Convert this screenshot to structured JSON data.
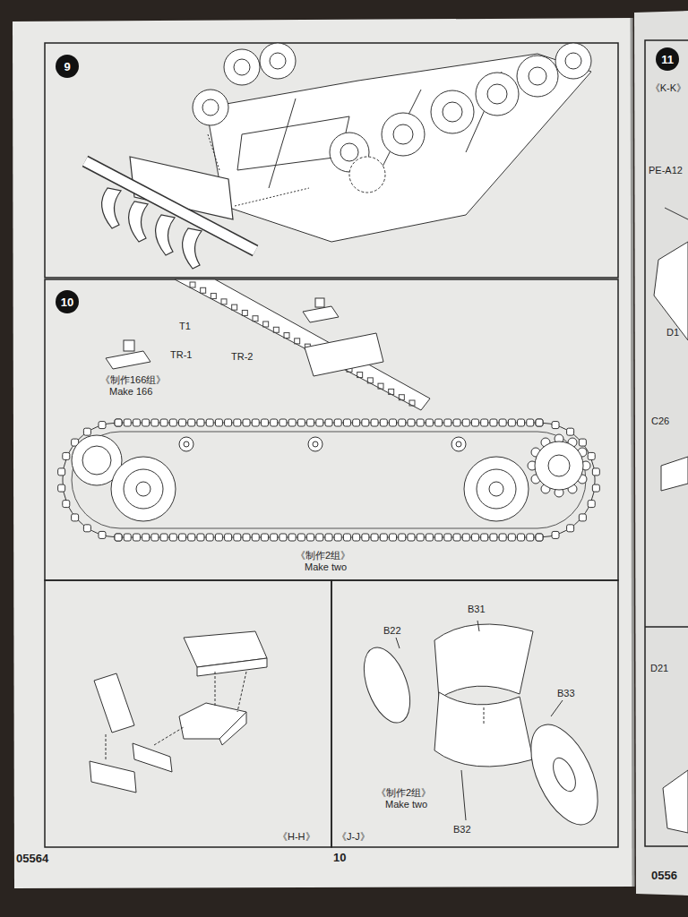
{
  "diagram": {
    "nodes": [
      {
        "text": [
          "9"
        ]
      },
      {
        "text": [
          "10"
        ]
      },
      {
        "text": [
          "11"
        ]
      }
    ],
    "labels": [
      "T1",
      "TR-1",
      "《制作166组》",
      "Make 166",
      "TR-2",
      "《制作2组》",
      "Make two",
      "B22",
      "B31",
      "B33",
      "《制作2组》",
      "Make two",
      "B32",
      "《H-H》",
      "《J-J》",
      "05564",
      "10",
      "《K-K》",
      "PE-A12",
      "D1",
      "C26",
      "D21",
      "0556"
    ]
  }
}
